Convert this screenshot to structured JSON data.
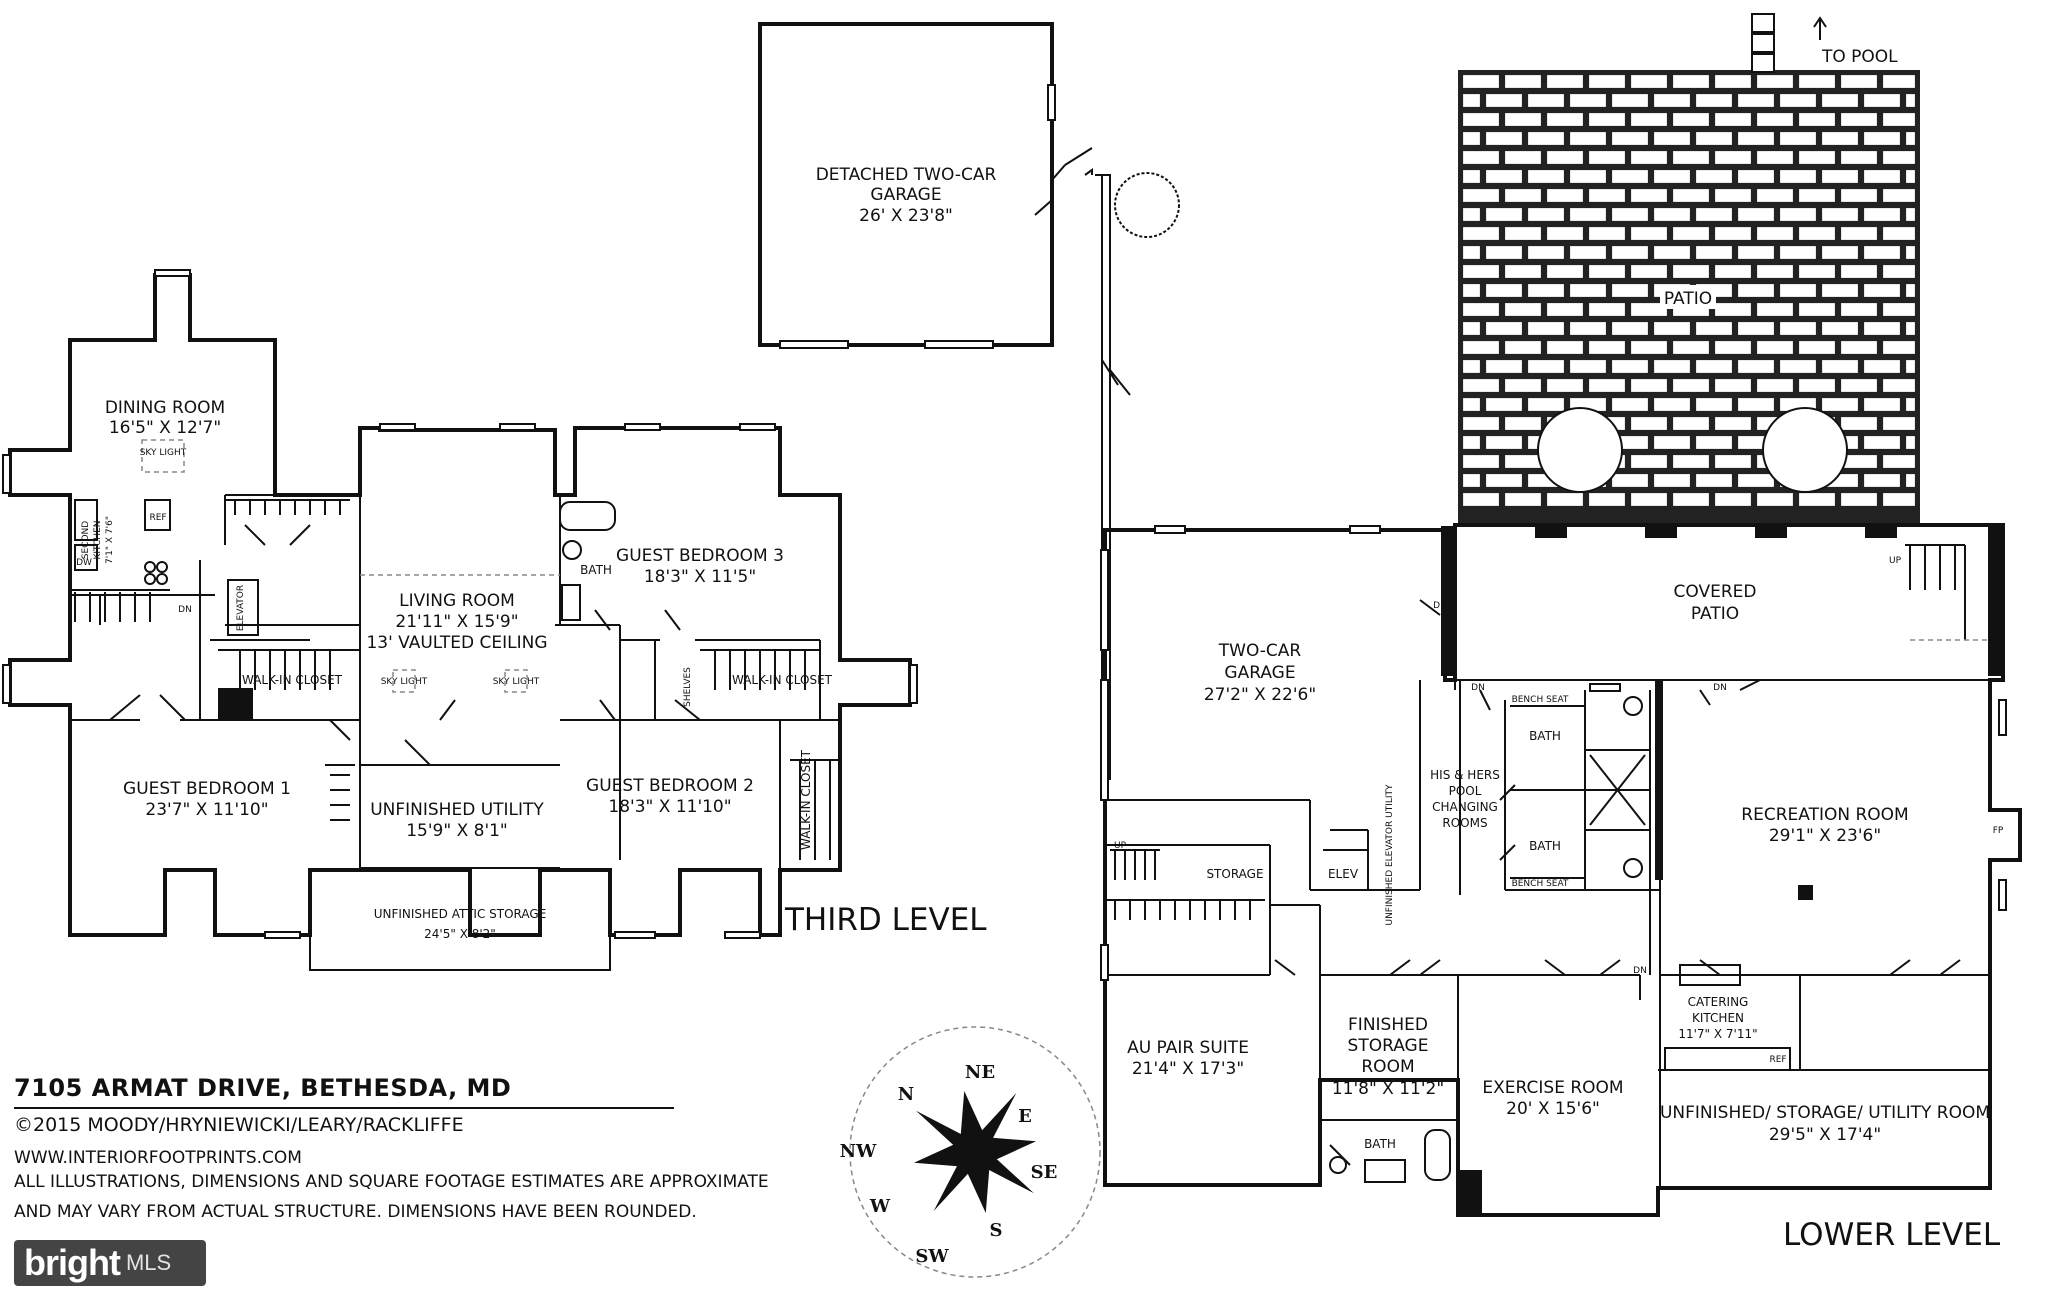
{
  "third_level": {
    "level_title": "THIRD LEVEL",
    "rooms": {
      "dining_room": {
        "name": "DINING ROOM",
        "dims": "16'5\" X 12'7\""
      },
      "second_kitchen": {
        "line1": "SECOND",
        "line2": "KITCHEN",
        "dims": "7'1\" X 7'6\""
      },
      "living_room": {
        "name": "LIVING ROOM",
        "dims": "21'11\" X 15'9\"",
        "note": "13' VAULTED CEILING"
      },
      "guest_bedroom_3": {
        "name": "GUEST BEDROOM 3",
        "dims": "18'3\" X 11'5\""
      },
      "guest_bedroom_1": {
        "name": "GUEST BEDROOM 1",
        "dims": "23'7\" X 11'10\""
      },
      "unfinished_utility": {
        "name": "UNFINISHED UTILITY",
        "dims": "15'9\" X 8'1\""
      },
      "guest_bedroom_2": {
        "name": "GUEST BEDROOM 2",
        "dims": "18'3\" X 11'10\""
      },
      "attic_storage": {
        "name": "UNFINISHED ATTIC STORAGE",
        "dims": "24'5\" X 8'2\""
      }
    },
    "small_labels": {
      "walk_in_closet_1": "WALK-IN CLOSET",
      "walk_in_closet_2": "WALK-IN CLOSET",
      "walk_in_closet_3": "WALK-IN CLOSET",
      "bath": "BATH",
      "elevator": "ELEVATOR",
      "shelves": "SHELVES",
      "dn": "DN",
      "dw": "DW",
      "ref": "REF",
      "sky_light": "SKY LIGHT"
    }
  },
  "lower_level": {
    "level_title": "LOWER LEVEL",
    "rooms": {
      "detached_garage": {
        "line1": "DETACHED TWO-CAR",
        "line2": "GARAGE",
        "dims": "26' X 23'8\""
      },
      "patio": {
        "name": "PATIO"
      },
      "to_pool": "TO POOL",
      "covered_patio": {
        "line1": "COVERED",
        "line2": "PATIO"
      },
      "two_car_garage": {
        "line1": "TWO-CAR",
        "line2": "GARAGE",
        "dims": "27'2\" X 22'6\""
      },
      "changing_rooms": {
        "line1": "HIS & HERS",
        "line2": "POOL",
        "line3": "CHANGING",
        "line4": "ROOMS"
      },
      "recreation_room": {
        "name": "RECREATION ROOM",
        "dims": "29'1\" X 23'6\""
      },
      "au_pair_suite": {
        "name": "AU PAIR SUITE",
        "dims": "21'4\" X 17'3\""
      },
      "finished_storage": {
        "line1": "FINISHED",
        "line2": "STORAGE",
        "line3": "ROOM",
        "dims": "11'8\" X 11'2\""
      },
      "exercise_room": {
        "name": "EXERCISE ROOM",
        "dims": "20' X 15'6\""
      },
      "catering_kitchen": {
        "line1": "CATERING",
        "line2": "KITCHEN",
        "dims": "11'7\" X 7'11\""
      },
      "utility_room": {
        "name": "UNFINISHED/ STORAGE/ UTILITY ROOM",
        "dims": "29'5\" X 17'4\""
      }
    },
    "small_labels": {
      "bench_seat_top": "BENCH SEAT",
      "bench_seat_bottom": "BENCH SEAT",
      "bath_upper": "BATH",
      "bath_lower": "BATH",
      "bath_au_pair": "BATH",
      "storage": "STORAGE",
      "elev": "ELEV",
      "unfinished_elevator_utility": "UNFINISHED ELEVATOR UTILITY",
      "up": "UP",
      "dn": "DN",
      "fp": "FP",
      "ref": "REF"
    }
  },
  "compass": {
    "N": "N",
    "NE": "NE",
    "E": "E",
    "SE": "SE",
    "S": "S",
    "SW": "SW",
    "W": "W",
    "NW": "NW"
  },
  "info": {
    "address": "7105 ARMAT DRIVE, BETHESDA, MD",
    "copyright": "©2015 MOODY/HRYNIEWICKI/LEARY/RACKLIFFE",
    "website": "WWW.INTERIORFOOTPRINTS.COM",
    "disclaimer_1": "ALL ILLUSTRATIONS, DIMENSIONS AND SQUARE FOOTAGE ESTIMATES ARE APPROXIMATE",
    "disclaimer_2": "AND MAY VARY FROM ACTUAL STRUCTURE. DIMENSIONS HAVE BEEN ROUNDED."
  },
  "watermark": {
    "brand": "bright",
    "suffix": "MLS"
  }
}
